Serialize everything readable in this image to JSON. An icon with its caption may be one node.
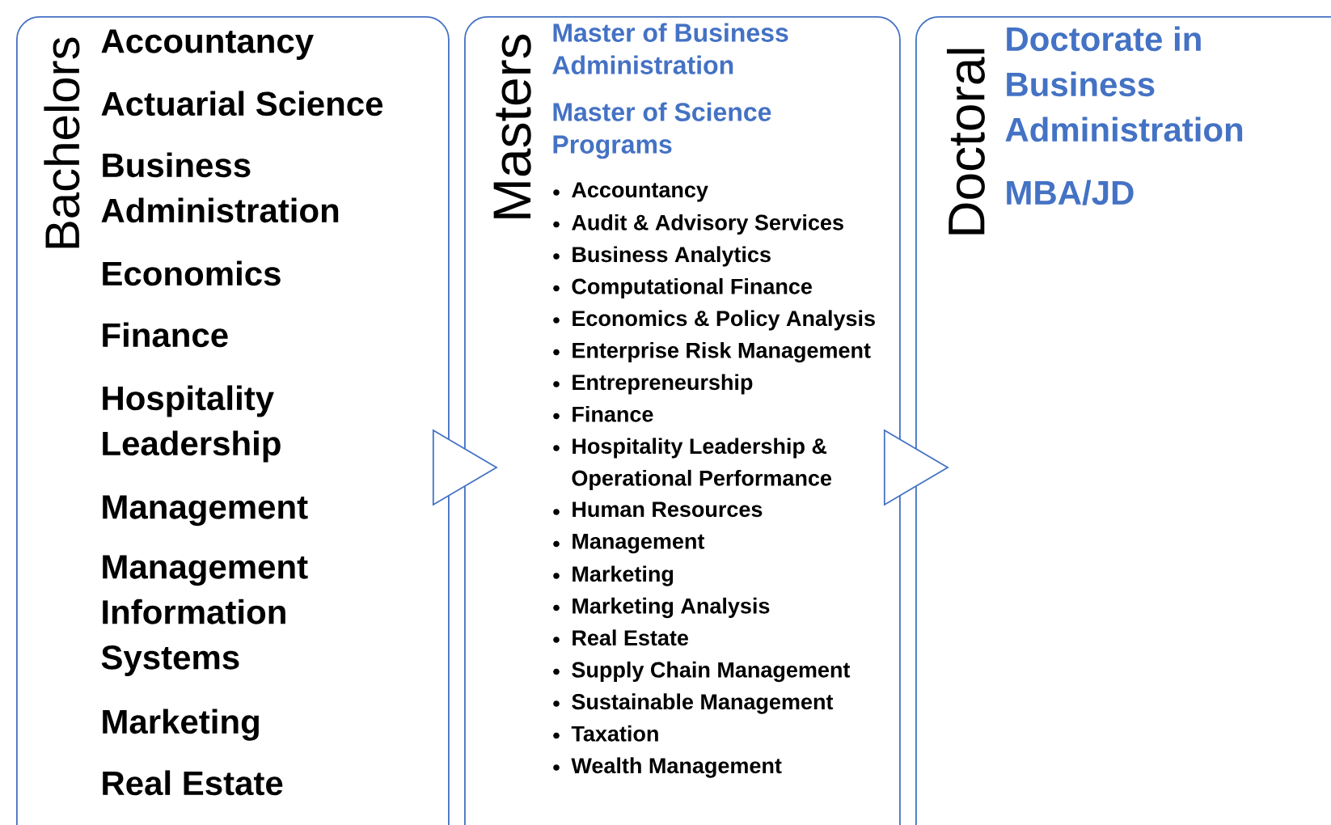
{
  "diagram": {
    "nodes": [
      {
        "text": [
          "Bachelors",
          "Accountancy",
          "Actuarial Science",
          "Business Administration",
          "Economics",
          "Finance",
          "Hospitality Leadership",
          "Management",
          "Management Information Systems",
          "Marketing",
          "Real Estate"
        ]
      },
      {
        "text": [
          "Masters",
          "Master of Business Administration",
          "Master of Science Programs",
          "Accountancy",
          "Audit & Advisory Services",
          "Business Analytics",
          "Computational Finance",
          "Economics & Policy Analysis",
          "Enterprise Risk Management",
          "Entrepreneurship",
          "Finance",
          "Hospitality Leadership & Operational Performance",
          "Human Resources",
          "Management",
          "Marketing",
          "Marketing Analysis",
          "Real Estate",
          "Supply Chain Management",
          "Sustainable Management",
          "Taxation",
          "Wealth Management"
        ]
      },
      {
        "text": [
          "Doctoral",
          "Doctorate in Business Administration",
          "MBA/JD"
        ]
      }
    ],
    "edges": [
      {
        "from": 0,
        "to": 1,
        "arrow": "to"
      },
      {
        "from": 1,
        "to": 2,
        "arrow": "to"
      }
    ]
  }
}
